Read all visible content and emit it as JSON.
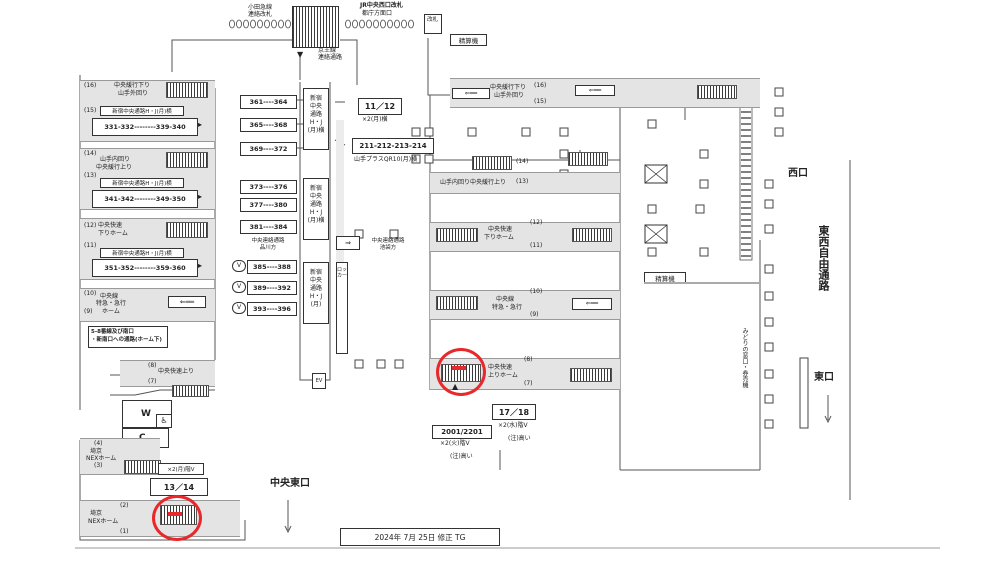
{
  "top": {
    "odakyu_gate": [
      "小田急線",
      "連絡改札"
    ],
    "jr_gate": "JR中央西口改札",
    "jr_gate_sub": "都庁方面口",
    "kaisatsu": "改札",
    "keio_link": [
      "京王線",
      "連絡通路"
    ],
    "fare_adj_top": "精算機"
  },
  "left_tracks": [
    {
      "num_top": "(16)",
      "name": "中央緩行下り",
      "sub": "山手外回り",
      "num_bottom": "(15)",
      "passage": "新宿中央通路H・J(月)横",
      "range": "331-332--------339-340"
    },
    {
      "num_top": "(14)",
      "name": "山手内回り",
      "sub": "中央緩行上り",
      "num_bottom": "(13)",
      "passage": "新宿中央通路H・J(月)横",
      "range": "341-342--------349-350"
    },
    {
      "num_top": "(12)",
      "name": "中央快速",
      "sub": "下りホーム",
      "num_bottom": "(11)",
      "passage": "新宿中央通路H・J(月)横",
      "range": "351-352--------359-360"
    },
    {
      "num_top": "(10)",
      "name": "中央線",
      "sub": "特急・急行",
      "num_bottom": "(9)",
      "sub2": "ホーム"
    }
  ],
  "left_lower": {
    "south_passage": [
      "5-8番線及び南口",
      "・新南口への通路(ホーム下)"
    ],
    "track8": "(8)",
    "track8_name": "中央快速上り",
    "track7": "(7)",
    "w": "W",
    "c": "C",
    "t4": "(4)",
    "t4_name": "埼京",
    "t4_sub": "NEXホーム",
    "t3": "(3)",
    "t2": "(2)",
    "t2_name": "埼京",
    "t2_sub": "NEXホーム",
    "t1": "(1)",
    "stair_note": "×2(月)階V",
    "stair_num": "13／14"
  },
  "center_boxes": {
    "r1": "361----364",
    "r2": "365----368",
    "r3": "369----372",
    "r4": "373----376",
    "r5": "377----380",
    "r6": "381----384",
    "r7": "385----388",
    "r8": "389----392",
    "r9": "393----396",
    "v": "V",
    "label_hj1": [
      "新宿",
      "中央",
      "通路",
      "H・J",
      "(月)横"
    ],
    "label_hj2": [
      "新宿",
      "中央",
      "通路",
      "H・J",
      "(月)横"
    ],
    "label_hj3": [
      "新宿",
      "中央",
      "通路",
      "H・J",
      "(月)"
    ],
    "shinagawa": [
      "中央連絡通路",
      "品川方"
    ],
    "locker": "ロッカー",
    "ev": "EV",
    "box_1112": "11／12",
    "note_1112": "×2(月)横",
    "box_211": "211-212-213-214",
    "note_211": "山手プラスQR10(月)横",
    "ikebukuro": [
      "中央連絡通路",
      "池袋方"
    ]
  },
  "right_tracks": {
    "t16": "(16)",
    "t16_name": "中央緩行下り",
    "t16_sub": "山手外回り",
    "t15": "(15)",
    "t14": "(14)",
    "t1314_name": "山手内回り中央緩行上り",
    "t13": "(13)",
    "t12": "(12)",
    "t12_name": "中央快速",
    "t12_sub": "下りホーム",
    "t11": "(11)",
    "t10": "(10)",
    "t10_name": "中央線",
    "t10_sub": "特急・急行",
    "t9": "(9)",
    "t8": "(8)",
    "t8_name": "中央快速",
    "t8_sub": "上りホーム",
    "t7": "(7)",
    "box_2001": "2001/2201",
    "note_2001": "×2(火)階V",
    "chuui1": "(注)高い",
    "box_1718": "17／18",
    "note_1718": "×2(水)階V",
    "chuui2": "(注)高い",
    "fare_adj": "精算機",
    "midori": "みどりの窓口・券売機",
    "west_exit": "西口",
    "east_exit": "東口",
    "road": "東西自由通路",
    "chuo_east": "中央東口"
  },
  "footer": {
    "text": "2024年 7月 25日 修正 TG"
  }
}
